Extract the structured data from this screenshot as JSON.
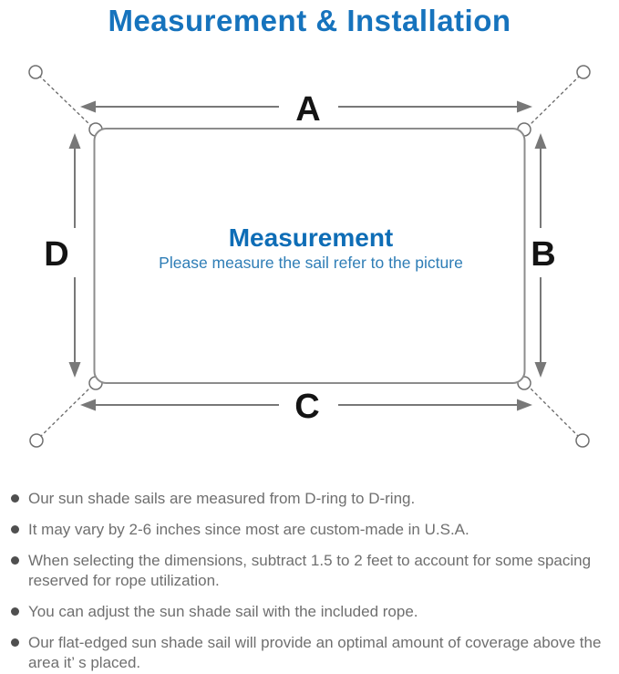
{
  "page": {
    "title": "Measurement & Installation"
  },
  "diagram": {
    "labels": {
      "top": "A",
      "right": "B",
      "bottom": "C",
      "left": "D"
    },
    "center": {
      "heading": "Measurement",
      "subheading": "Please measure the sail refer to the picture"
    }
  },
  "notes": {
    "items": [
      "Our sun shade sails are measured from D-ring to D-ring.",
      "It may vary by 2-6 inches since most are custom-made in U.S.A.",
      "When selecting the dimensions, subtract 1.5 to 2 feet to account for some spacing reserved for rope utilization.",
      "You can adjust the sun shade sail with the included rope.",
      "Our flat-edged sun shade sail will provide an optimal amount of coverage above the area it’ s placed."
    ]
  },
  "colors": {
    "title_blue": "#1673bd",
    "center_blue": "#0e6db6",
    "subtitle_blue": "#2e7db6",
    "line_gray": "#6f6f6f",
    "arrow_gray": "#787878",
    "sail_border_gray": "#8c8c8c",
    "text_gray": "#6f6f6f"
  }
}
